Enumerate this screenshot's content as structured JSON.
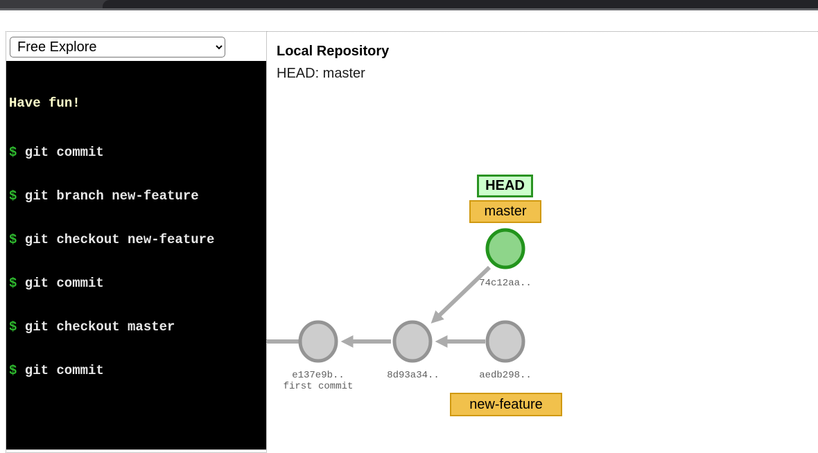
{
  "left_panel": {
    "mode_select": {
      "value": "Free Explore"
    },
    "terminal": {
      "intro": "Have fun!",
      "prompt": "$",
      "commands": [
        "git commit",
        "git branch new-feature",
        "git checkout new-feature",
        "git commit",
        "git checkout master",
        "git commit"
      ]
    }
  },
  "right_panel": {
    "title": "Local Repository",
    "head_status": "HEAD: master",
    "graph": {
      "head_label": "HEAD",
      "branch_labels": {
        "master": "master",
        "new_feature": "new-feature"
      },
      "commits": [
        {
          "hash": "e137e9b..",
          "message": "first commit"
        },
        {
          "hash": "8d93a34..",
          "message": ""
        },
        {
          "hash": "aedb298..",
          "message": ""
        },
        {
          "hash": "74c12aa..",
          "message": ""
        }
      ],
      "edges": [
        "8d93a34 -> e137e9b",
        "aedb298 -> 8d93a34",
        "74c12aa -> 8d93a34"
      ]
    }
  },
  "colors": {
    "current_node_fill": "#8ed58a",
    "current_node_border": "#22941c",
    "node_fill": "#cdcdcd",
    "node_border": "#949494",
    "arrow": "#ababab",
    "head_label_bg": "#ccffcc",
    "head_label_border": "#2a9322",
    "branch_label_bg": "#f1c14c",
    "branch_label_border": "#d09910",
    "terminal_bg": "#000000",
    "terminal_intro": "#ffffcc",
    "terminal_prompt": "#2eb82e",
    "terminal_text": "#e8e8e8"
  }
}
